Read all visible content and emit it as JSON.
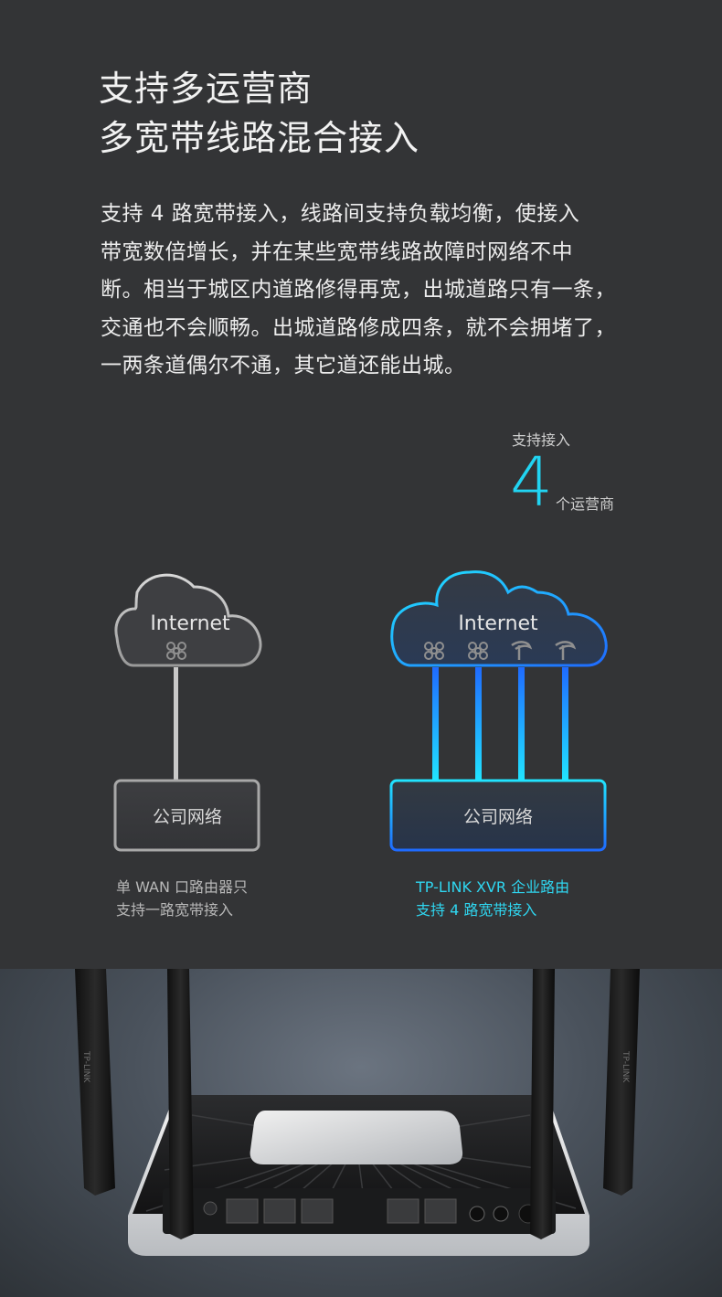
{
  "heading": {
    "line1": "支持多运营商",
    "line2": "多宽带线路混合接入"
  },
  "description": {
    "lines": [
      "支持 4 路宽带接入，线路间支持负载均衡，使接入",
      "带宽数倍增长，并在某些宽带线路故障时网络不中",
      "断。相当于城区内道路修得再宽，出城道路只有一条，",
      "交通也不会顺畅。出城道路修成四条，就不会拥堵了，",
      "一两条道偶尔不通，其它道还能出城。"
    ]
  },
  "stat": {
    "label": "支持接入",
    "number": "4",
    "unit": "个运营商"
  },
  "diagram": {
    "left": {
      "cloud_label": "Internet",
      "box_label": "公司网络",
      "caption_line1": "单 WAN 口路由器只",
      "caption_line2": "支持一路宽带接入",
      "lines": 1
    },
    "right": {
      "cloud_label": "Internet",
      "box_label": "公司网络",
      "caption_line1": "TP-LINK XVR 企业路由",
      "caption_line2": "支持 4 路宽带接入",
      "lines": 4
    },
    "accent_color": "#21d4f2",
    "blue_color": "#1f6bff"
  },
  "product": {
    "brand": "TP-LINK"
  }
}
